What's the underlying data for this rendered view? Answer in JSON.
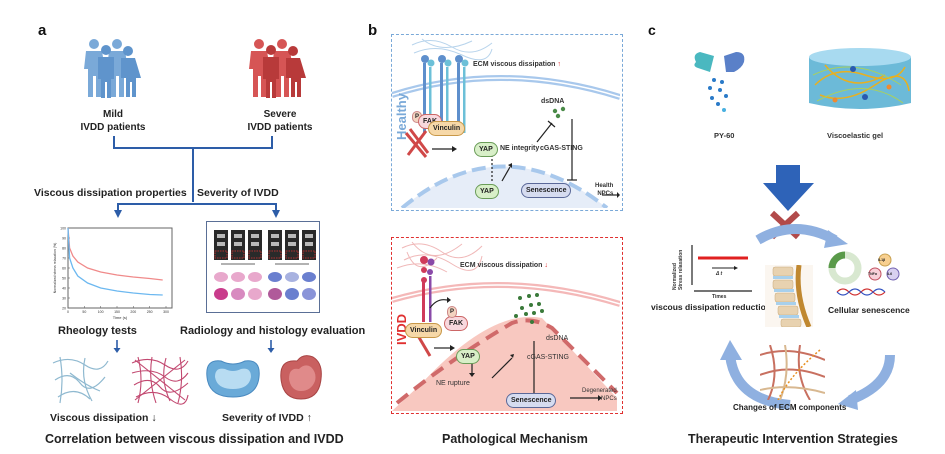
{
  "panel_a": {
    "letter": "a",
    "mild_group": {
      "line1": "Mild",
      "line2": "IVDD patients",
      "icon": "people-group-icon",
      "color": "#6a9fd4"
    },
    "severe_group": {
      "line1": "Severe",
      "line2": "IVDD patients",
      "icon": "people-group-icon",
      "color": "#d24a4a"
    },
    "branch_left": "Viscous dissipation properties",
    "branch_right": "Severity of IVDD",
    "rheology_label": "Rheology tests",
    "radiology_label": "Radiology and histology evaluation",
    "viscous_result": "Viscous dissipation",
    "viscous_arrow": "↓",
    "severity_result": "Severity of IVDD",
    "severity_arrow": "↑",
    "caption": "Correlation between viscous dissipation and IVDD",
    "chart_data": {
      "type": "line",
      "title": "",
      "xlabel": "Time (s)",
      "ylabel": "Normalized stress relaxation (%)",
      "xlim": [
        0,
        300
      ],
      "ylim": [
        20,
        100
      ],
      "x_ticks": [
        "0",
        "50",
        "100",
        "150",
        "200",
        "250",
        "300"
      ],
      "y_ticks": [
        "20",
        "30",
        "40",
        "50",
        "60",
        "70",
        "80",
        "90",
        "100"
      ],
      "series": [
        {
          "name": "mild",
          "color": "#f08a8a",
          "x": [
            0,
            5,
            15,
            30,
            60,
            100,
            150,
            200,
            250,
            290
          ],
          "values": [
            100,
            80,
            72,
            66,
            60,
            56,
            53,
            51,
            49.5,
            48
          ]
        },
        {
          "name": "severe",
          "color": "#6cb8f0",
          "x": [
            0,
            5,
            15,
            30,
            60,
            100,
            150,
            200,
            250,
            290
          ],
          "values": [
            100,
            70,
            60,
            52,
            45,
            40,
            37,
            35,
            33.5,
            33
          ]
        }
      ]
    }
  },
  "panel_b": {
    "letter": "b",
    "healthy": {
      "side_label": "Healthy",
      "ecm_label": "ECM viscous dissipation",
      "ecm_arrow": "↑",
      "fak": "FAK",
      "p": "P",
      "vinculin": "Vinculin",
      "yap": "YAP",
      "ne": "NE integrity",
      "dsdna": "dsDNA",
      "cgas": "cGAS-STING",
      "senescence": "Senescence",
      "outcome_line1": "Health",
      "outcome_line2": "NPCs"
    },
    "ivdd": {
      "side_label": "IVDD",
      "ecm_label": "ECM viscous dissipation",
      "ecm_arrow": "↓",
      "fak": "FAK",
      "p": "P",
      "vinculin": "Vinculin",
      "yap": "YAP",
      "ne": "NE rupture",
      "dsdna": "dsDNA",
      "cgas": "cGAS-STING",
      "senescence": "Senescence",
      "outcome_line1": "Degenerated",
      "outcome_line2": "NPCs"
    },
    "caption": "Pathological Mechanism",
    "healthy_color": "#6a9fd4",
    "ivdd_color": "#e03030"
  },
  "panel_c": {
    "letter": "c",
    "drug_label": "PY-60",
    "gel_label": "Viscoelastic  gel",
    "graph_ylabel1": "Normalized",
    "graph_ylabel2": "Stress relaxation",
    "graph_xlabel": "Times",
    "graph_delta": "Δ t",
    "cycle_left": "viscous dissipation reduction",
    "cycle_right": "Cellular senescence",
    "cycle_bottom": "Changes of ECM components",
    "cytokines": [
      "IL1β",
      "TNFα",
      "IL6"
    ],
    "caption": "Therapeutic Intervention Strategies",
    "arrow_color": "#2e63b8",
    "cycle_arrow_color": "#8fb0e0",
    "block_color": "#b24a4a"
  }
}
